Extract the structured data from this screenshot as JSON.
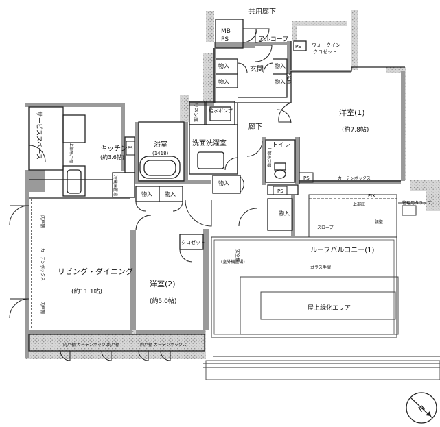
{
  "plan": {
    "corridor": "共用廊下",
    "mbps": [
      "MB",
      "PS"
    ],
    "alcove": "アルコーブ",
    "ps_small": "PS",
    "walkin": [
      "ウォークイン",
      "クロゼット"
    ],
    "storage": "物入",
    "entrance": "玄関",
    "shoe_cabinet": "下足箱",
    "western1": {
      "name": "洋室(1)",
      "area": "(約7.8帖)"
    },
    "linen": "リネン庫",
    "water_heater": "給水ポンプ",
    "hallway": "廊下",
    "toilet": "トイレ",
    "upper_cabinet": "上部吊戸棚",
    "service_space": "サービススペース",
    "upper_shelf": "上部吊戸棚",
    "kitchen": {
      "name": "キッチン",
      "area": "(約3.6帖)"
    },
    "bath": {
      "name": "浴室",
      "size": "(1418)"
    },
    "washroom": "洗面洗濯室",
    "fridge": "冷蔵庫置場",
    "living": {
      "name": "リビング・ダイニング",
      "area": "(約11.1帖)"
    },
    "western2": {
      "name": "洋室(2)",
      "area": "(約5.0帖)"
    },
    "closet": "クロゼット",
    "roof_balcony": "ルーフバルコニー(1)",
    "rooftop_green": "屋上緑化エリア",
    "outdoor_unit": "(室外機置場)",
    "handrail": "ガラス手摺",
    "fix": "FIX",
    "curtain_box": "カーテンボックス",
    "waist_wall": "腰壁",
    "stair": "スロープ",
    "ac_trap": "管理用タラップ",
    "eave": "上部庇",
    "safety_fence": "安全柵",
    "bottom_labels": [
      "肉戸棚",
      "カーテンボックス",
      "肉戸棚",
      "肉戸棚",
      "カーテンボックス"
    ],
    "north": "N"
  }
}
